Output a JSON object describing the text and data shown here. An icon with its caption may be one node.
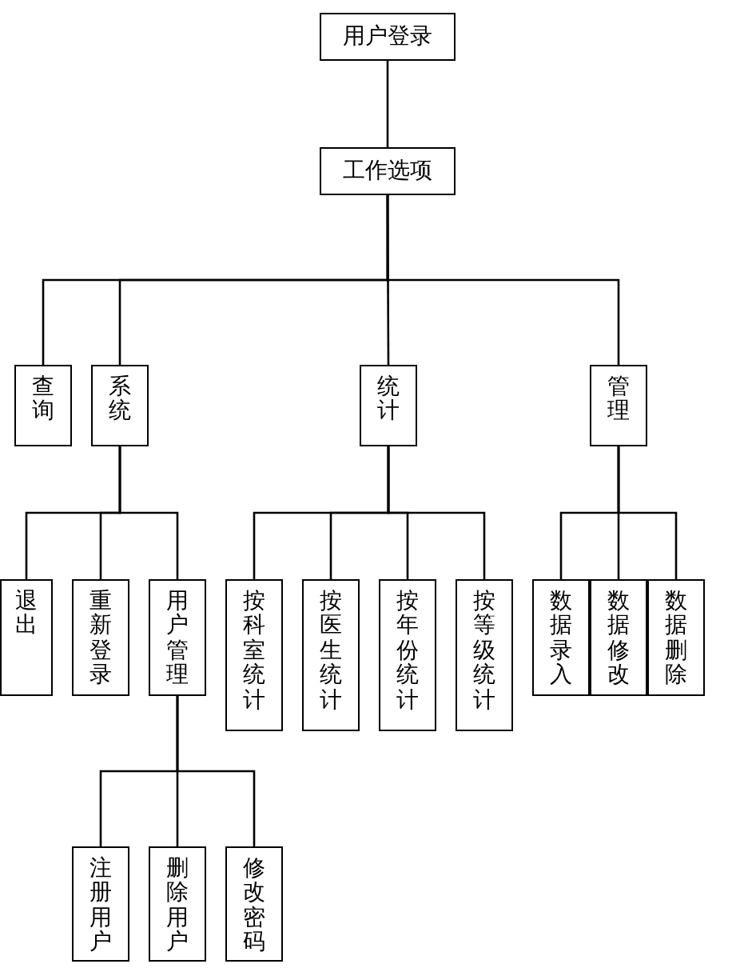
{
  "diagram": {
    "nodes": [
      {
        "text": [
          "用户登录"
        ]
      },
      {
        "text": [
          "工作选项"
        ]
      },
      {
        "text": [
          "查询"
        ]
      },
      {
        "text": [
          "系统"
        ]
      },
      {
        "text": [
          "统计"
        ]
      },
      {
        "text": [
          "管理"
        ]
      },
      {
        "text": [
          "退出"
        ]
      },
      {
        "text": [
          "重新登录"
        ]
      },
      {
        "text": [
          "用户管理"
        ]
      },
      {
        "text": [
          "按科室统计"
        ]
      },
      {
        "text": [
          "按医生统计"
        ]
      },
      {
        "text": [
          "按年份统计"
        ]
      },
      {
        "text": [
          "按等级统计"
        ]
      },
      {
        "text": [
          "数据录入"
        ]
      },
      {
        "text": [
          "数据修改"
        ]
      },
      {
        "text": [
          "数据删除"
        ]
      },
      {
        "text": [
          "注册用户"
        ]
      },
      {
        "text": [
          "删除用户"
        ]
      },
      {
        "text": [
          "修改密码"
        ]
      }
    ],
    "edges": [
      {
        "from": 0,
        "to": 1,
        "arrow": "none"
      },
      {
        "from": 1,
        "to": 2,
        "arrow": "none"
      },
      {
        "from": 1,
        "to": 3,
        "arrow": "none"
      },
      {
        "from": 1,
        "to": 4,
        "arrow": "none"
      },
      {
        "from": 1,
        "to": 5,
        "arrow": "none"
      },
      {
        "from": 3,
        "to": 6,
        "arrow": "none"
      },
      {
        "from": 3,
        "to": 7,
        "arrow": "none"
      },
      {
        "from": 3,
        "to": 8,
        "arrow": "none"
      },
      {
        "from": 4,
        "to": 9,
        "arrow": "none"
      },
      {
        "from": 4,
        "to": 10,
        "arrow": "none"
      },
      {
        "from": 4,
        "to": 11,
        "arrow": "none"
      },
      {
        "from": 4,
        "to": 12,
        "arrow": "none"
      },
      {
        "from": 5,
        "to": 13,
        "arrow": "none"
      },
      {
        "from": 5,
        "to": 14,
        "arrow": "none"
      },
      {
        "from": 5,
        "to": 15,
        "arrow": "none"
      },
      {
        "from": 8,
        "to": 16,
        "arrow": "none"
      },
      {
        "from": 8,
        "to": 17,
        "arrow": "none"
      },
      {
        "from": 8,
        "to": 18,
        "arrow": "none"
      }
    ]
  }
}
